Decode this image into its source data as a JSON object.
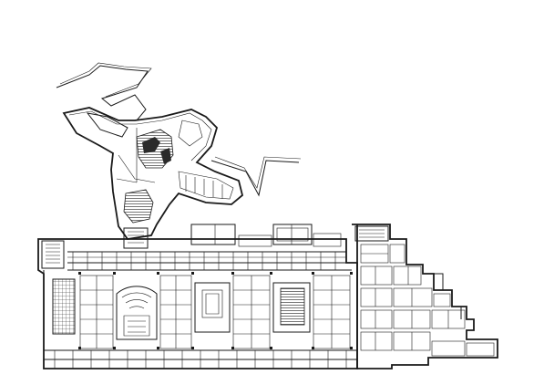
{
  "drawing": {
    "kind": "architectural floor plan",
    "line_color": "#1a1a1a",
    "background_color": "#ffffff",
    "has_text": false
  },
  "wings": [
    {
      "id": "tower-wing",
      "icon": "angular-tower-plan-icon"
    },
    {
      "id": "main-block",
      "icon": "rectilinear-block-plan-icon"
    },
    {
      "id": "stepped-east-wing",
      "icon": "stepped-wing-plan-icon"
    }
  ]
}
